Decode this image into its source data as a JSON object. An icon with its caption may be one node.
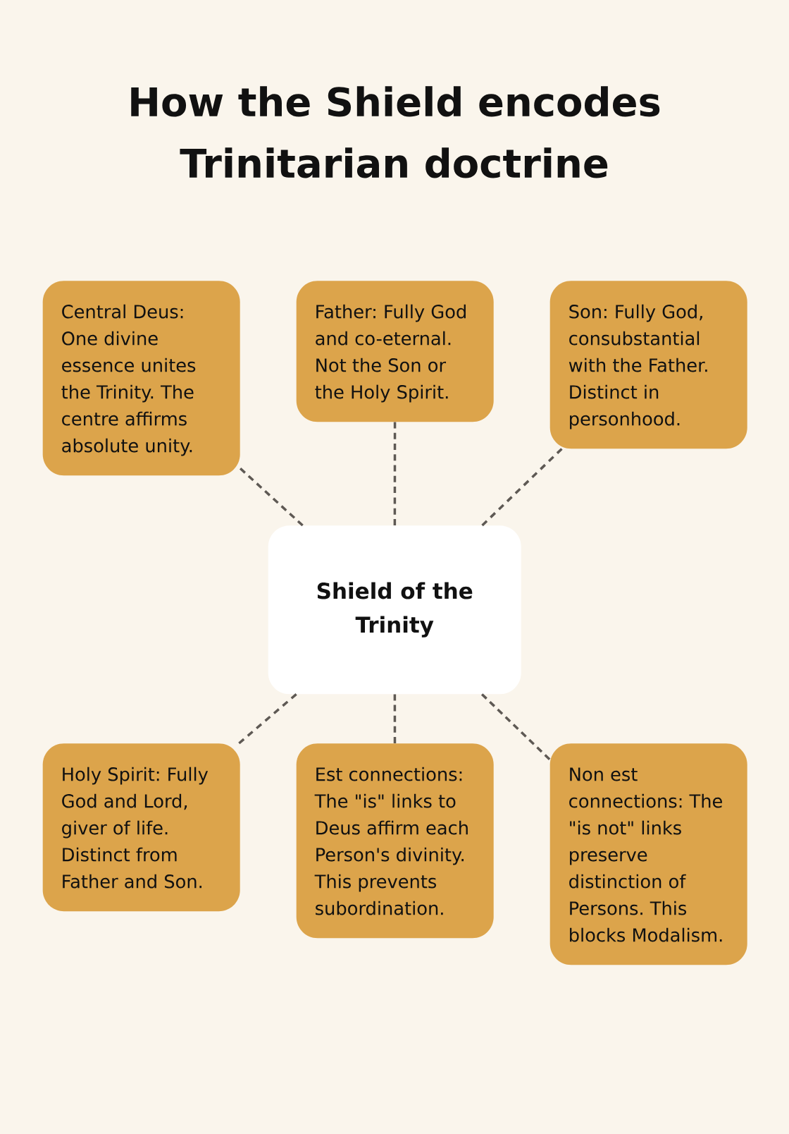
{
  "diagram": {
    "title": "How the Shield encodes Trinitarian doctrine",
    "nodes": [
      {
        "text": [
          "Central Deus: One divine essence unites the Trinity. The centre affirms absolute unity."
        ]
      },
      {
        "text": [
          "Father: Fully God and co-eternal. Not the Son or the Holy Spirit."
        ]
      },
      {
        "text": [
          "Son: Fully God, consubstantial with the Father. Distinct in personhood."
        ]
      },
      {
        "text": [
          "Shield of the Trinity"
        ]
      },
      {
        "text": [
          "Holy Spirit: Fully God and Lord, giver of life. Distinct from Father and Son."
        ]
      },
      {
        "text": [
          "Est connections: The \"is\" links to Deus affirm each Person's divinity. This prevents subordination."
        ]
      },
      {
        "text": [
          "Non est connections: The \"is not\" links preserve distinction of Persons. This blocks Modalism."
        ]
      }
    ],
    "edges": [
      {
        "from": 3,
        "to": 0,
        "arrow": "none",
        "style": "dashed"
      },
      {
        "from": 3,
        "to": 1,
        "arrow": "none",
        "style": "dashed"
      },
      {
        "from": 3,
        "to": 2,
        "arrow": "none",
        "style": "dashed"
      },
      {
        "from": 3,
        "to": 4,
        "arrow": "none",
        "style": "dashed"
      },
      {
        "from": 3,
        "to": 5,
        "arrow": "none",
        "style": "dashed"
      },
      {
        "from": 3,
        "to": 6,
        "arrow": "none",
        "style": "dashed"
      }
    ]
  }
}
